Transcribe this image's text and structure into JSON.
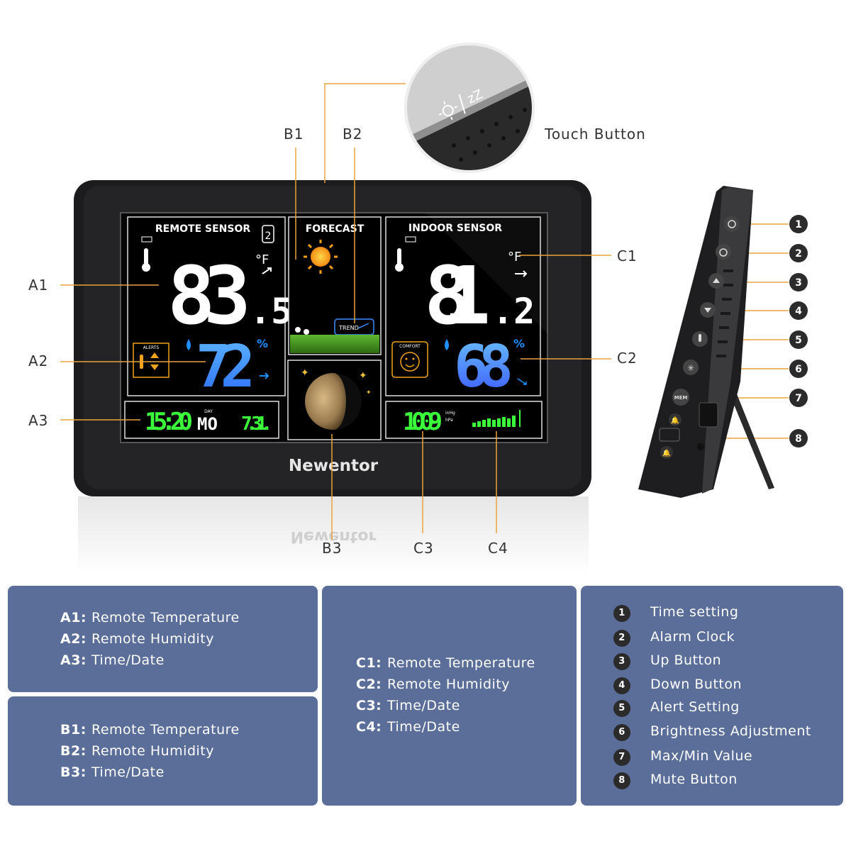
{
  "device": {
    "brand": "Newentor",
    "touch_button_label": "Touch Button",
    "remote_panel": {
      "title": "REMOTE SENSOR",
      "temp_main": "83",
      "temp_decimal": ".5",
      "temp_unit": "°F",
      "humidity": "72",
      "humidity_unit": "%",
      "alerts_label": "ALERTS",
      "channel": "2"
    },
    "forecast_panel": {
      "title": "FORECAST",
      "trend_label": "TREND"
    },
    "indoor_panel": {
      "title": "INDOOR SENSOR",
      "temp_main": "81",
      "temp_decimal": ".2",
      "temp_unit": "°F",
      "humidity": "68",
      "humidity_unit": "%",
      "comfort_label": "COMFORT"
    },
    "time_strip": {
      "time": "15:20",
      "day_label": "DAY",
      "day": "MO",
      "date": "7.31."
    },
    "pressure_strip": {
      "pressure": "1009",
      "unit_top": "inHg",
      "unit_bottom": "hPa"
    },
    "side_button_mem": "MEM"
  },
  "callouts": {
    "a1": "A1",
    "a2": "A2",
    "a3": "A3",
    "b1": "B1",
    "b2": "B2",
    "b3": "B3",
    "c1": "C1",
    "c2": "C2",
    "c3": "C3",
    "c4": "C4"
  },
  "side_numbers": [
    "1",
    "2",
    "3",
    "4",
    "5",
    "6",
    "7",
    "8"
  ],
  "legend_a": [
    {
      "code": "A1:",
      "label": "Remote Temperature"
    },
    {
      "code": "A2:",
      "label": "Remote Humidity"
    },
    {
      "code": "A3:",
      "label": "Time/Date"
    }
  ],
  "legend_b": [
    {
      "code": "B1:",
      "label": "Remote Temperature"
    },
    {
      "code": "B2:",
      "label": "Remote Humidity"
    },
    {
      "code": "B3:",
      "label": "Time/Date"
    }
  ],
  "legend_c": [
    {
      "code": "C1:",
      "label": "Remote Temperature"
    },
    {
      "code": "C2:",
      "label": "Remote Humidity"
    },
    {
      "code": "C3:",
      "label": "Time/Date"
    },
    {
      "code": "C4:",
      "label": "Time/Date"
    }
  ],
  "legend_buttons": [
    {
      "num": "1",
      "label": "Time setting"
    },
    {
      "num": "2",
      "label": "Alarm Clock"
    },
    {
      "num": "3",
      "label": "Up Button"
    },
    {
      "num": "4",
      "label": "Down Button"
    },
    {
      "num": "5",
      "label": "Alert Setting"
    },
    {
      "num": "6",
      "label": "Brightness Adjustment"
    },
    {
      "num": "7",
      "label": "Max/Min Value"
    },
    {
      "num": "8",
      "label": "Mute Button"
    }
  ],
  "colors": {
    "panel_bg": "#5a6e99",
    "callout_line": "#e8a33c",
    "device_body": "#1c1c1e",
    "screen_bg": "#0a0a0a",
    "humidity_blue": "#1e90ff",
    "lcd_green": "#3cff3c",
    "alert_orange": "#f3a21b"
  }
}
